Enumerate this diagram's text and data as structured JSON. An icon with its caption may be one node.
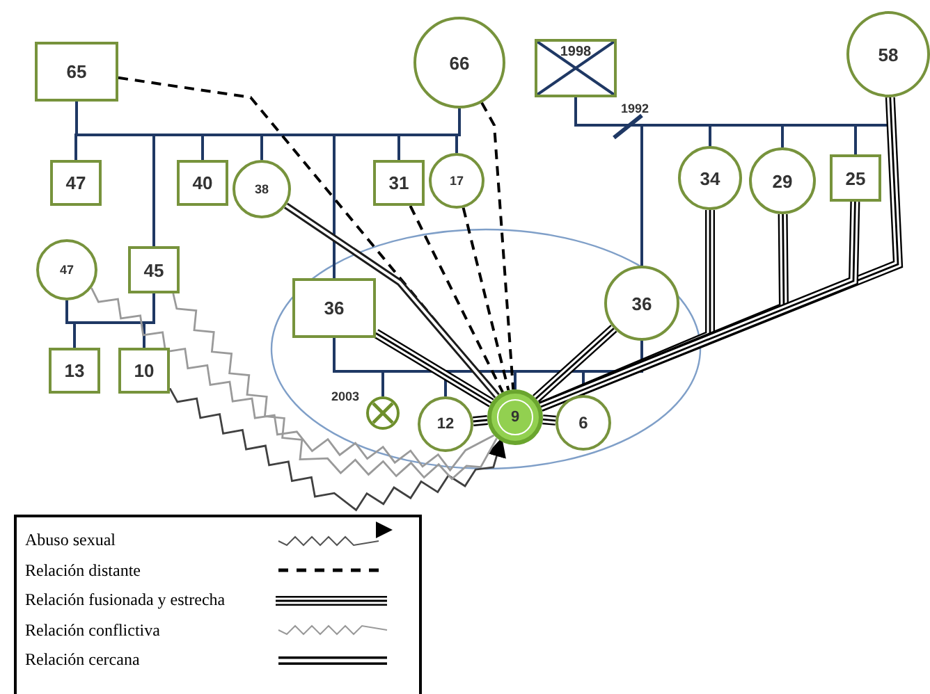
{
  "diagram": {
    "nodes": [
      {
        "text": [
          "65"
        ]
      },
      {
        "text": [
          "66"
        ]
      },
      {
        "text": [
          "1998"
        ]
      },
      {
        "text": [
          "58"
        ]
      },
      {
        "text": [
          "47"
        ]
      },
      {
        "text": [
          "40"
        ]
      },
      {
        "text": [
          "38"
        ]
      },
      {
        "text": [
          "31"
        ]
      },
      {
        "text": [
          "17"
        ]
      },
      {
        "text": [
          "34"
        ]
      },
      {
        "text": [
          "29"
        ]
      },
      {
        "text": [
          "25"
        ]
      },
      {
        "text": [
          "47"
        ]
      },
      {
        "text": [
          "45"
        ]
      },
      {
        "text": [
          "13"
        ]
      },
      {
        "text": [
          "10"
        ]
      },
      {
        "text": [
          "36"
        ]
      },
      {
        "text": [
          "36"
        ]
      },
      {
        "text": [],
        "shape": "circle",
        "beside": [
          "2003"
        ]
      },
      {
        "text": [
          "12"
        ]
      },
      {
        "text": [
          "9"
        ]
      },
      {
        "text": [
          "6"
        ]
      }
    ],
    "edges": [
      {
        "from": 0,
        "to": 1,
        "arrow": "none"
      },
      {
        "from": 0,
        "to": 4,
        "arrow": "none"
      },
      {
        "from": 0,
        "to": 13,
        "arrow": "none"
      },
      {
        "from": 0,
        "to": 5,
        "arrow": "none"
      },
      {
        "from": 0,
        "to": 6,
        "arrow": "none"
      },
      {
        "from": 0,
        "to": 16,
        "arrow": "none"
      },
      {
        "from": 0,
        "to": 7,
        "arrow": "none"
      },
      {
        "from": 0,
        "to": 8,
        "arrow": "none"
      },
      {
        "from": 2,
        "to": 3,
        "arrow": "none"
      },
      {
        "from": 2,
        "to": 17,
        "arrow": "none"
      },
      {
        "from": 2,
        "to": 9,
        "arrow": "none"
      },
      {
        "from": 2,
        "to": 10,
        "arrow": "none"
      },
      {
        "from": 2,
        "to": 11,
        "arrow": "none"
      },
      {
        "from": 12,
        "to": 13,
        "arrow": "none"
      },
      {
        "from": 12,
        "to": 14,
        "arrow": "none"
      },
      {
        "from": 12,
        "to": 15,
        "arrow": "none"
      },
      {
        "from": 16,
        "to": 17,
        "arrow": "none"
      },
      {
        "from": 16,
        "to": 18,
        "arrow": "none"
      },
      {
        "from": 16,
        "to": 19,
        "arrow": "none"
      },
      {
        "from": 16,
        "to": 20,
        "arrow": "none"
      },
      {
        "from": 16,
        "to": 21,
        "arrow": "none"
      },
      {
        "from": 0,
        "to": 20,
        "arrow": "none",
        "style": "dashed",
        "color": "#000000"
      },
      {
        "from": 1,
        "to": 20,
        "arrow": "none",
        "style": "dashed",
        "color": "#000000"
      },
      {
        "from": 7,
        "to": 20,
        "arrow": "none",
        "style": "dashed",
        "color": "#000000"
      },
      {
        "from": 8,
        "to": 20,
        "arrow": "none",
        "style": "dashed",
        "color": "#000000"
      },
      {
        "from": 6,
        "to": 20,
        "arrow": "none",
        "style": "thick",
        "color": "#1c1c1c"
      },
      {
        "from": 16,
        "to": 20,
        "arrow": "none",
        "style": "thick",
        "color": "#000000"
      },
      {
        "from": 17,
        "to": 20,
        "arrow": "none",
        "style": "thick",
        "color": "#000000"
      },
      {
        "from": 19,
        "to": 20,
        "arrow": "none",
        "style": "thick",
        "color": "#000000"
      },
      {
        "from": 21,
        "to": 20,
        "arrow": "none",
        "style": "thick",
        "color": "#000000"
      },
      {
        "from": 3,
        "to": 20,
        "arrow": "none",
        "style": "thick",
        "color": "#000000"
      },
      {
        "from": 9,
        "to": 20,
        "arrow": "none",
        "style": "thick",
        "color": "#000000"
      },
      {
        "from": 10,
        "to": 20,
        "arrow": "none",
        "style": "thick",
        "color": "#000000"
      },
      {
        "from": 11,
        "to": 20,
        "arrow": "none",
        "style": "thick",
        "color": "#000000"
      },
      {
        "from": 15,
        "to": 20,
        "arrow": "to",
        "color": "#404040"
      },
      {
        "from": 12,
        "to": 20,
        "arrow": "none",
        "color": "#9a9a9a"
      },
      {
        "from": 13,
        "to": 20,
        "arrow": "none",
        "color": "#9a9a9a"
      }
    ],
    "labels": [
      "1992"
    ],
    "legend": [
      {
        "text": "Abuso sexual"
      },
      {
        "text": "Relación distante"
      },
      {
        "text": "Relación fusionada y estrecha"
      },
      {
        "text": "Relación conflictiva"
      },
      {
        "text": "Relación cercana"
      }
    ]
  }
}
